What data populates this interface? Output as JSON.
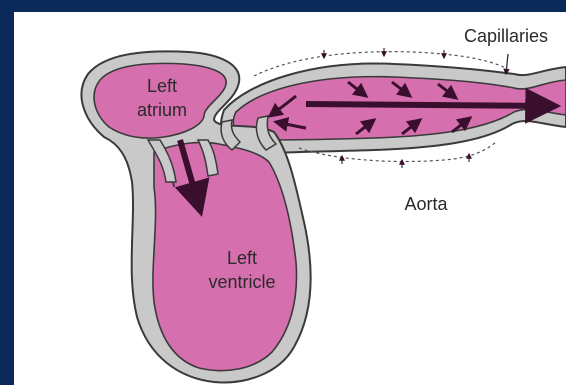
{
  "diagram": {
    "labels": {
      "left_atrium_line1": "Left",
      "left_atrium_line2": "atrium",
      "left_ventricle_line1": "Left",
      "left_ventricle_line2": "ventricle",
      "aorta": "Aorta",
      "capillaries": "Capillaries"
    },
    "colors": {
      "background_border": "#0b2a5a",
      "chamber_fill": "#d66fae",
      "wall_fill": "#c9c9c9",
      "outline": "#3a3a3a",
      "arrow": "#3a0f2e"
    }
  }
}
